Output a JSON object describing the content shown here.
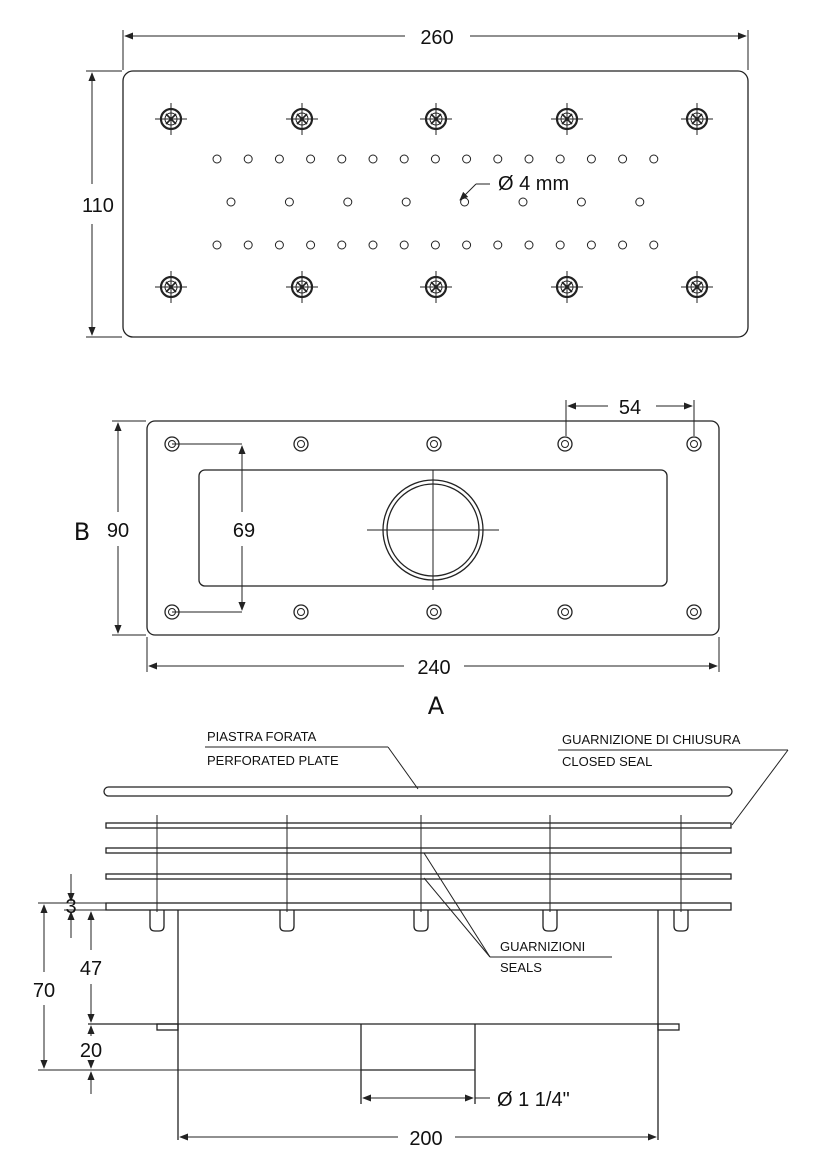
{
  "top_view": {
    "width_dim": "260",
    "height_dim": "110",
    "hole_callout": "Ø 4 mm"
  },
  "middle_view": {
    "width_dim": "240",
    "height_dim": "90",
    "inner_height_dim": "69",
    "hole_spacing_dim": "54",
    "label_a": "A",
    "label_b": "B"
  },
  "section_view": {
    "plate_label_it": "PIASTRA FORATA",
    "plate_label_en": "PERFORATED PLATE",
    "seal_label_it": "GUARNIZIONE DI CHIUSURA",
    "seal_label_en": "CLOSED SEAL",
    "seals_label_it": "GUARNIZIONI",
    "seals_label_en": "SEALS",
    "dim_3": "3",
    "dim_47": "47",
    "dim_70": "70",
    "dim_20": "20",
    "pipe_dim": "Ø 1 1/4\"",
    "width_dim": "200"
  }
}
